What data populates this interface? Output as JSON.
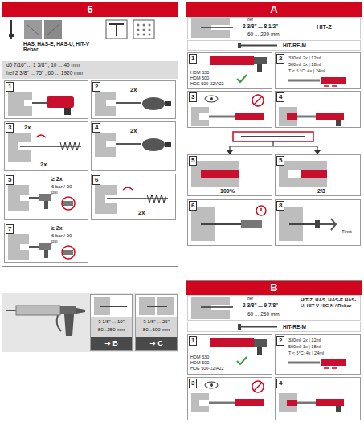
{
  "diagram": {
    "nodes": [
      {
        "text": [
          "6"
        ]
      },
      {
        "text": [
          "HAS, HAS-E, HAS-U, HIT-V Rebar",
          "d0 7/16\" ... 1 3/8\" ; 10 ... 40 mm",
          "hef 2 3/8\" ... 75\" ; 60 ... 1920 mm"
        ],
        "in": 0
      },
      {
        "text": [
          "1"
        ],
        "in": 0
      },
      {
        "text": [
          "2",
          "2x"
        ],
        "in": 0
      },
      {
        "text": [
          "3",
          "2x",
          "2x"
        ],
        "in": 0
      },
      {
        "text": [
          "4",
          "2x"
        ],
        "in": 0
      },
      {
        "text": [
          "5",
          "≥ 2x",
          "6 bar / 90 psi"
        ],
        "in": 0
      },
      {
        "text": [
          "6",
          "2x"
        ],
        "in": 0
      },
      {
        "text": [
          "7",
          "≥ 2x",
          "6 bar / 90 psi"
        ],
        "in": 0
      },
      {
        "text": [
          "3 1/8\" ... 10\"",
          "80...250 mm",
          "➔ B"
        ]
      },
      {
        "text": [
          "3 1/8\" ... 25\"",
          "80...600 mm",
          "➔ C"
        ]
      },
      {
        "text": [
          "A"
        ]
      },
      {
        "text": [
          "hef",
          "2 3/8\" ... 8 1/2\"",
          "60 ... 220 mm",
          "HIT-Z"
        ],
        "in": 11
      },
      {
        "text": [
          "HIT-RE-M"
        ],
        "in": 11
      },
      {
        "text": [
          "1",
          "HDM 330",
          "HDM 500",
          "HDE 500-22/A22"
        ],
        "in": 11
      },
      {
        "text": [
          "2",
          "330ml: 2x | 12ml",
          "500ml: 3x | 18ml",
          "T < 5 °C: 4x | 24ml"
        ],
        "in": 11
      },
      {
        "text": [
          "3"
        ],
        "in": 11
      },
      {
        "text": [
          "4"
        ],
        "in": 11
      },
      {
        "text": [
          "5",
          "100%"
        ],
        "in": 11
      },
      {
        "text": [
          "5",
          "2/3"
        ],
        "in": 11
      },
      {
        "text": [
          "6"
        ],
        "in": 11
      },
      {
        "text": [
          "8",
          "Tinst"
        ],
        "in": 11
      },
      {
        "text": [
          "B"
        ]
      },
      {
        "text": [
          "hef",
          "2 3/8\" ... 9 7/8\"",
          "60 ... 250 mm",
          "HIT-Z, HAS, HAS-E HAS-U, HIT-V HIC-N / Rebar"
        ],
        "in": 22
      },
      {
        "text": [
          "HIT-RE-M"
        ],
        "in": 22
      },
      {
        "text": [
          "1",
          "HDM 330",
          "HDM 500",
          "HDE 500-22/A22"
        ],
        "in": 22
      },
      {
        "text": [
          "2",
          "330ml: 2x | 12ml",
          "500ml: 3x | 18ml",
          "T < 5°C: 4x | 24ml"
        ],
        "in": 22
      },
      {
        "text": [
          "3"
        ],
        "in": 22
      },
      {
        "text": [
          "4"
        ],
        "in": 22
      }
    ]
  }
}
